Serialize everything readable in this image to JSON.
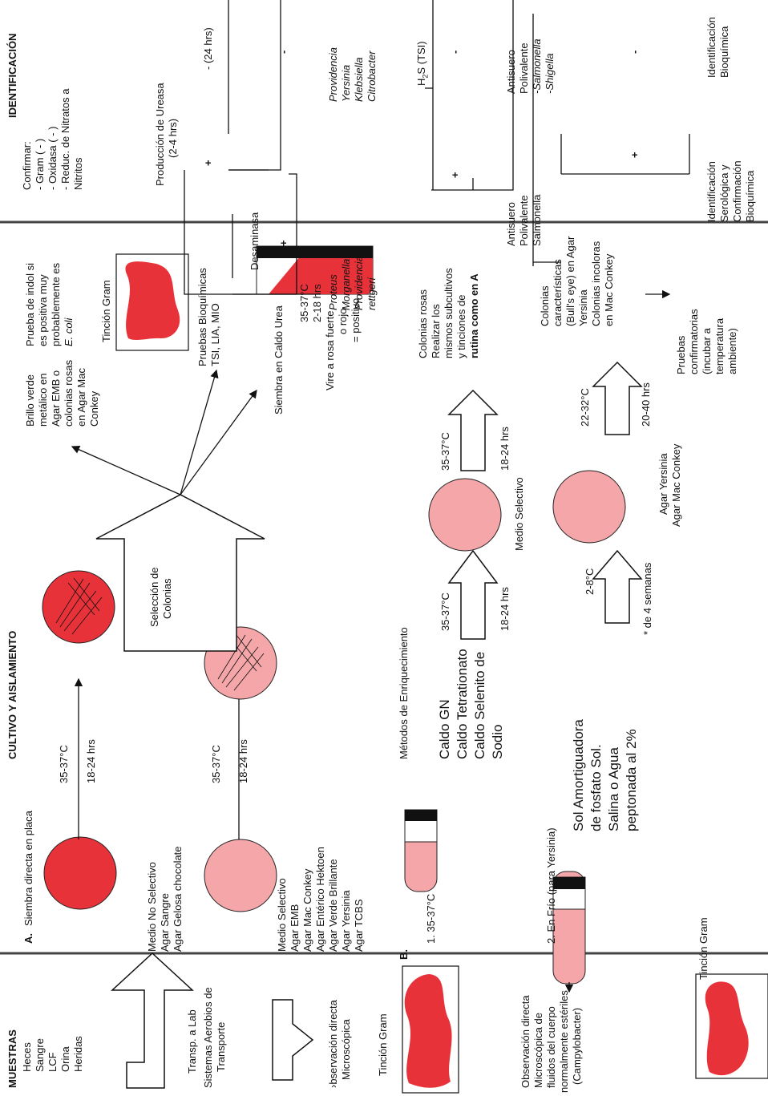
{
  "muestras": {
    "title": "MUESTRAS",
    "items": [
      "Heces",
      "Sangre",
      "LCF",
      "Orina",
      "Heridas"
    ],
    "transp": "Transp. a Lab",
    "sistemas": [
      "Sistemas Aerobios de",
      "Transporte"
    ],
    "obs1": [
      "›bservación directa",
      "Microscópica"
    ],
    "tincion": "Tinción Gram",
    "obs2": [
      "Observación directa",
      "Microscópica de",
      "fluidos del cuerpo",
      "normalmente estériles",
      "(Campylobacter)"
    ]
  },
  "cultivo": {
    "title": "CULTIVO Y AISLAMIENTO",
    "a_label": "A.",
    "siembra": "Siembra directa en placa",
    "temp1": "35-37°C",
    "time1": "18-24 hrs",
    "no_selectivo": [
      "Medio No Selectivo",
      "Agar Sangre",
      "Agar Gelosa chocolate"
    ],
    "temp2": "35-37°C",
    "time2": "18-24 hrs",
    "selectivo": [
      "Medio Selectivo",
      "Agar EMB",
      "Agar Mac Conkey",
      "Agar Entérico Hektoen",
      "Agar Verde Brillante",
      "Agar Yersinia",
      "Agar TCBS"
    ],
    "b_label": "B.",
    "metodos": "Métodos de Enriquecimiento",
    "m1": "1. 35-37°C",
    "caldos": [
      "Caldo GN",
      "Caldo Tetrationato",
      "Caldo Selenito de",
      "Sodio"
    ],
    "m2": "2. En Frío (para Yersinia)",
    "sol": [
      "Sol Amortiguadora",
      "de fosfato Sol.",
      "Salina o Agua",
      "peptonada al 2%"
    ],
    "tincion2": "Tinción Gram"
  },
  "mid": {
    "seleccion": [
      "Selección de",
      "Colonias"
    ],
    "brillo": [
      "Brillo verde",
      "metálico en",
      "Agar EMB o",
      "colonias rosas",
      "en Agar Mac",
      "Conkey"
    ],
    "indol": [
      "Prueba de indol si",
      "es positiva muy",
      "probablemente es",
      "E. coli"
    ],
    "tincion3": "Tinción Gram",
    "pruebas": [
      "Pruebas Bioquímicas",
      "TSI, LIA, MIO"
    ],
    "urea_title": "Siembra en Caldo Urea",
    "urea": [
      "35-37°C",
      "2-18 hrs",
      "Vire a rosa fuerte",
      "o rojo",
      "= positivo"
    ],
    "b1_temp": "35-37°C",
    "b1_time": "18-24 hrs",
    "medio_sel": "Medio Selectivo",
    "b1_temp2": "35-37°C",
    "b1_time2": "18-24 hrs",
    "colonias_rosas": [
      "Colonias rosas",
      "Realizar los",
      "mismos subcultivos",
      "y tinciones de",
      "rutina como en A"
    ],
    "b2_temp": "2-8°C",
    "b2_time": "* de 4 semanas",
    "agar_y": [
      "Agar Yersinia",
      "Agar Mac Conkey"
    ],
    "b2_temp2": "22-32°C",
    "b2_time2": "20-40 hrs",
    "caract": [
      "Colonias",
      "características",
      "(Bull's eye) en Agar",
      "Yersinia",
      "Colonias incoloras",
      "en Mac Conkey"
    ],
    "confirm": [
      "Pruebas",
      "confirmatorias",
      "(incubar a",
      "temperatura",
      "ambiente)"
    ]
  },
  "ident": {
    "title": "IDENTIFICACIÓN",
    "confirmar": [
      "Confirmar:",
      "-  Gram ( - )",
      "-  Oxidasa ( - )",
      "-  Reduc. de Nitratos a",
      "   Nitritos"
    ],
    "ureasa": [
      "Producción de Ureasa",
      "(2-4 hrs)"
    ],
    "u_plus": "+",
    "u_minus": "- (24 hrs)",
    "desaminasa": "Desaminasa",
    "d_plus": "+",
    "d_minus": "-",
    "proteus": [
      "Proteus",
      "Morganella",
      "Providencia",
      "rettgeri"
    ],
    "providencia": [
      "Providencia",
      "Yersinia",
      "Klebsiella",
      "Citrobacter"
    ],
    "h2s_pre": "H",
    "h2s_sub": "2",
    "h2s_post": "S (TSI)",
    "h_plus": "+",
    "h_minus": "-",
    "antisuero1": [
      "Antisuero",
      "Polivalente",
      "Salmonella"
    ],
    "antisuero2": [
      "Antisuero",
      "Polivalente",
      "-Salmonella",
      "-Shigella"
    ],
    "a_plus": "+",
    "a_minus": "-",
    "final1": [
      "Identificación",
      "Serológica y",
      "Confirmación",
      "Bioquímica"
    ],
    "final2": [
      "Identificación",
      "Bioquímica"
    ]
  },
  "colors": {
    "plate": "#e8323a",
    "plate_light": "#f4a6a8",
    "line": "#111111"
  }
}
